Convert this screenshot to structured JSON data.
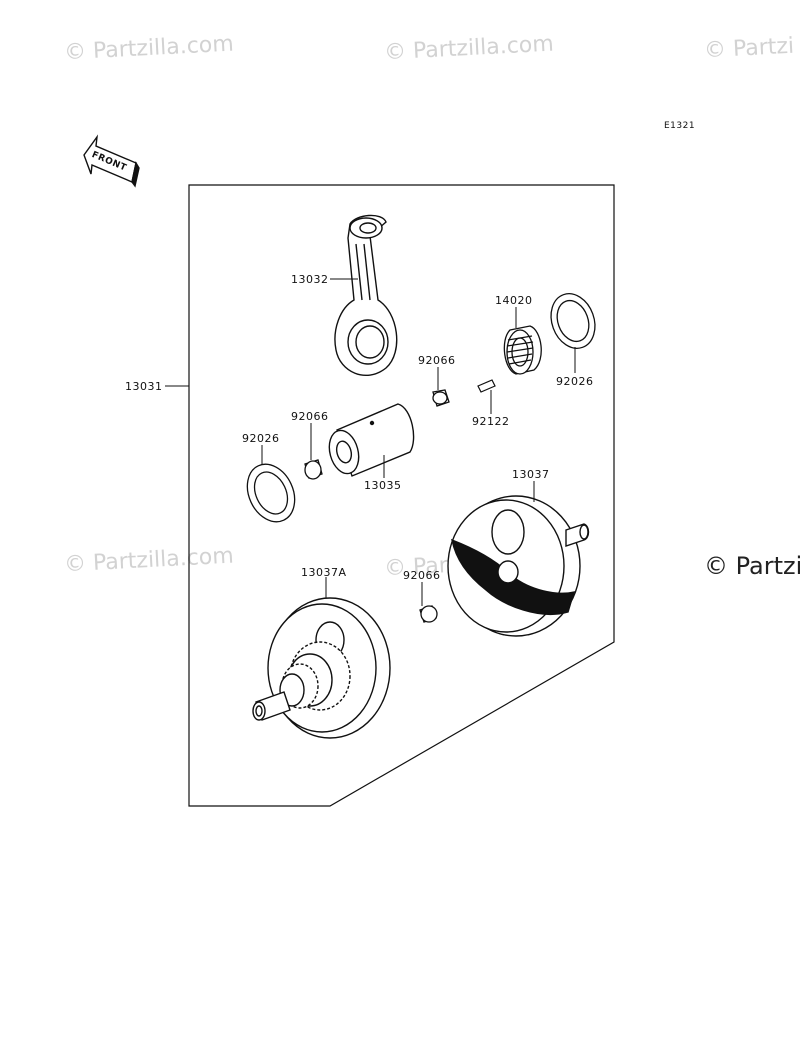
{
  "watermarks": {
    "tl": "© Partzilla.com",
    "tc": "© Partzilla.com",
    "tr": "© Partzi",
    "ml": "© Partzilla.com",
    "mc": "© Partzilla.com",
    "mr": "© Partzi"
  },
  "diagram_code": "E1321",
  "front_label": "FRONT",
  "parts": {
    "assembly": "13031",
    "rod": "13032",
    "bearing": "14020",
    "washer_right": "92026",
    "collar_upper": "92066",
    "pin": "92122",
    "collar_left": "92066",
    "washer_left": "92026",
    "crankpin": "13035",
    "flywheel_right": "13037",
    "flywheel_left": "13037A",
    "collar_lower": "92066"
  }
}
